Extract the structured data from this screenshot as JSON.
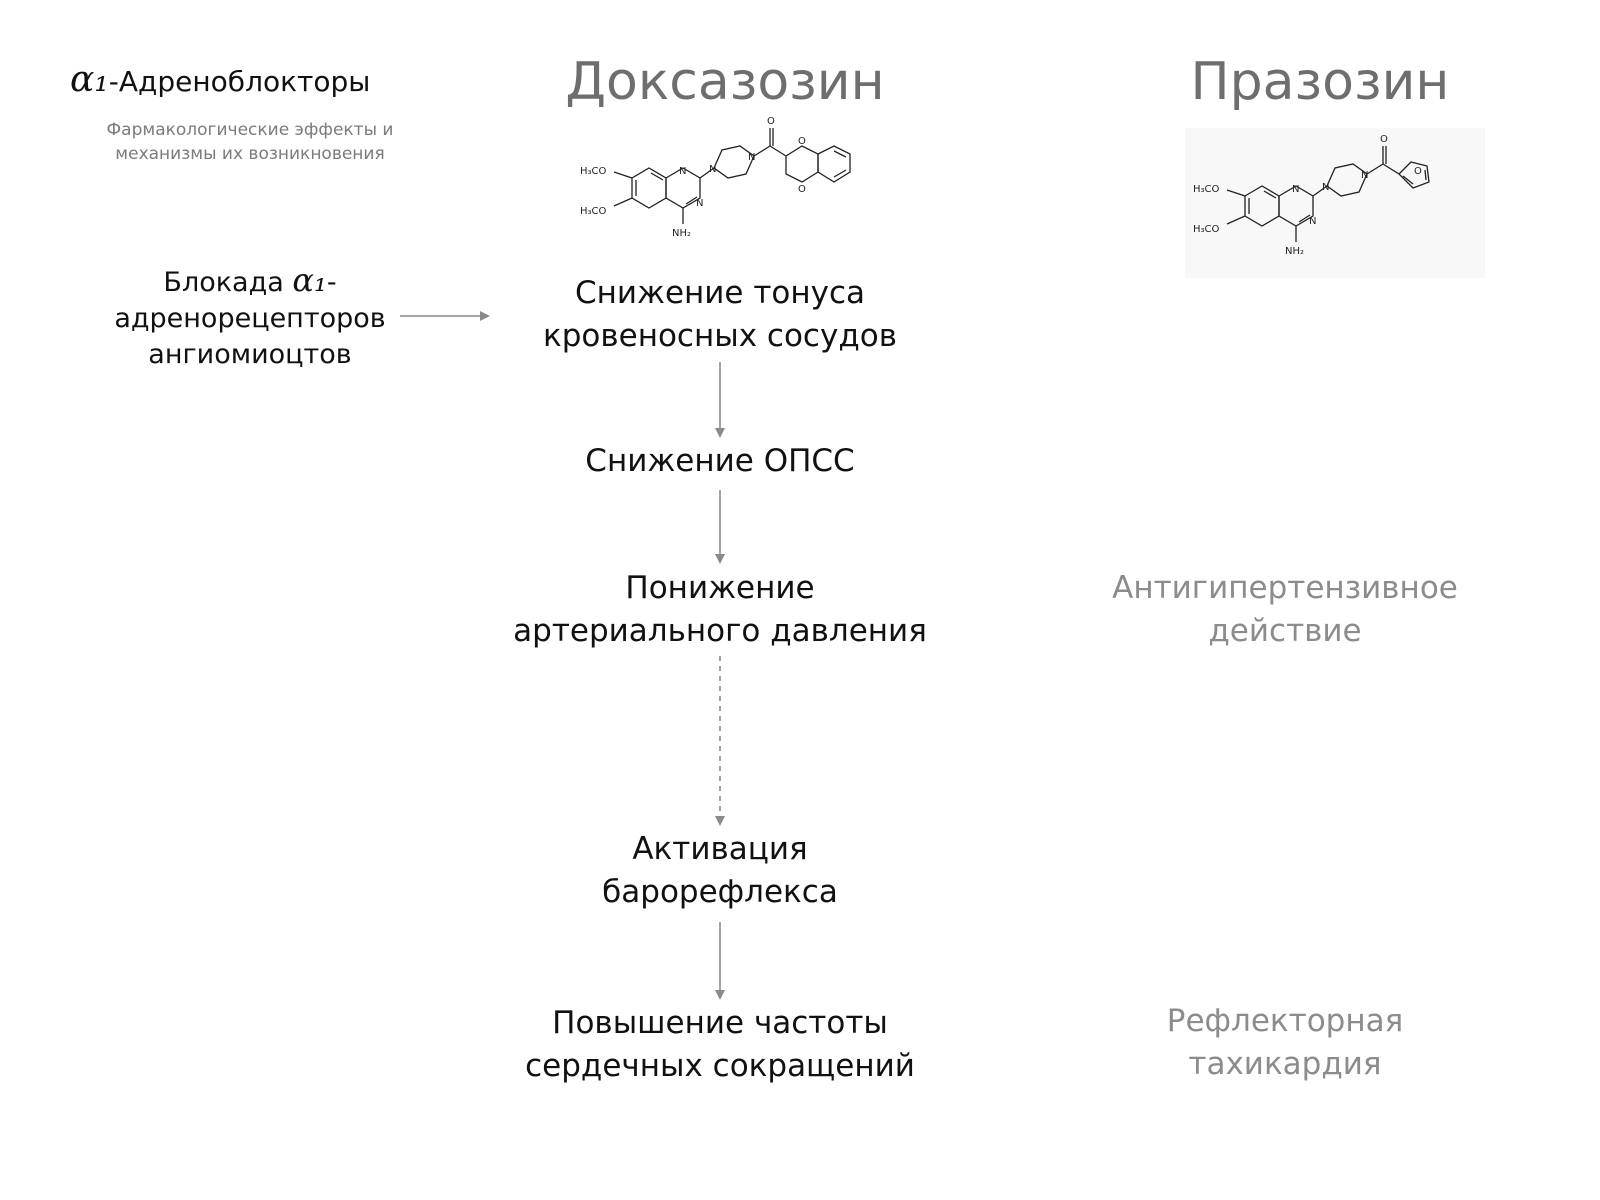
{
  "header": {
    "alpha_symbol": "α₁",
    "title": "-Адреноблокторы",
    "subtitle": "Фармакологические эффекты и механизмы их возникновения"
  },
  "drugs": {
    "doxazosin": {
      "name": "Доксазозин"
    },
    "prazosin": {
      "name": "Празозин"
    }
  },
  "structure_labels": {
    "h3co": "H₃CO",
    "n": "N",
    "o": "O",
    "nh2": "NH₂"
  },
  "flow": {
    "block": {
      "prefix": "Блокада",
      "alpha": "α₁",
      "suffix": "-",
      "line2": "адренорецепторов",
      "line3": "ангиомиоцтов"
    },
    "node1": {
      "line1": "Снижение тонуса",
      "line2": "кровеносных сосудов"
    },
    "node2": {
      "line1": "Снижение ОПСС"
    },
    "node3": {
      "line1": "Понижение",
      "line2": "артериального давления"
    },
    "node4": {
      "line1": "Активация",
      "line2": "барорефлекса"
    },
    "node5": {
      "line1": "Повышение частоты",
      "line2": "сердечных сокращений"
    }
  },
  "effects": {
    "antihypertensive": {
      "line1": "Антигипертензивное",
      "line2": "действие"
    },
    "tachycardia": {
      "line1": "Рефлекторная",
      "line2": "тахикардия"
    }
  },
  "colors": {
    "arrow": "#8a8a8a",
    "muted_text": "#8c8c8c",
    "title_gray": "#6e6e6e"
  }
}
